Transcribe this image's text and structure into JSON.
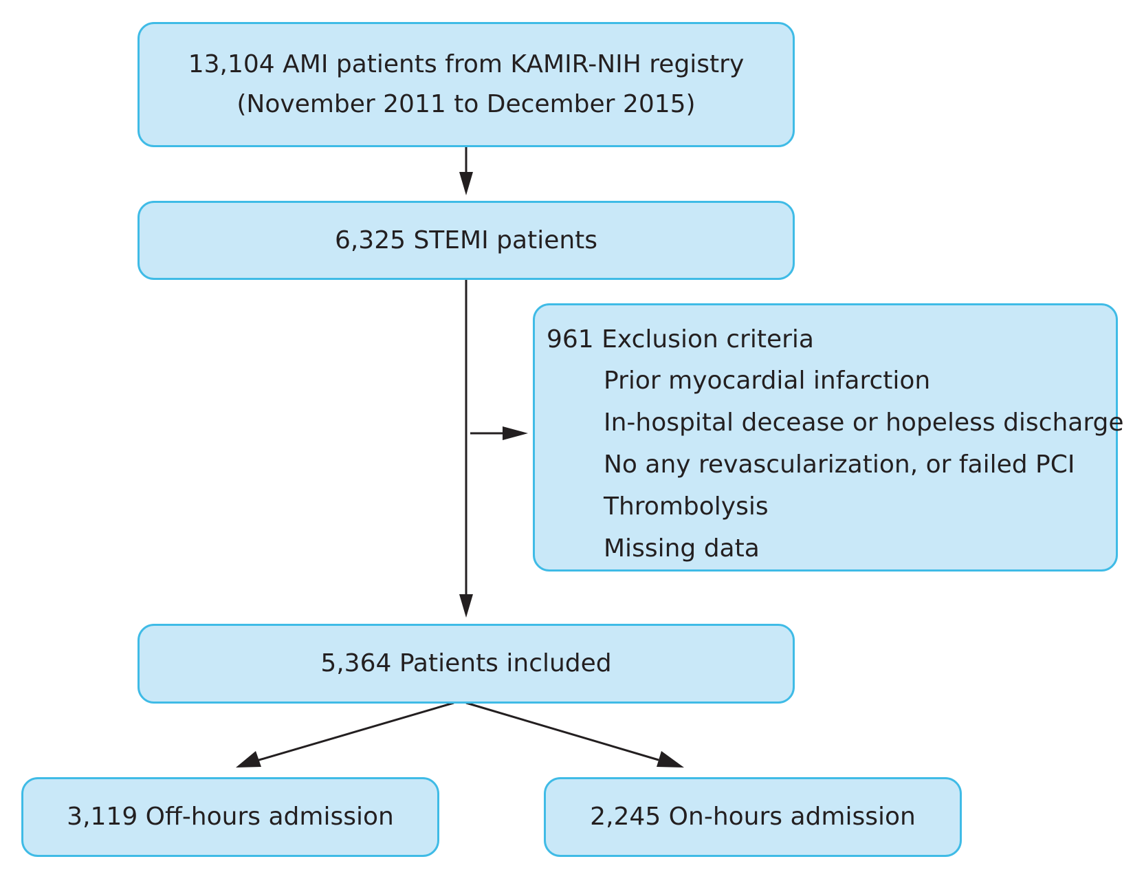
{
  "flowchart": {
    "registry": {
      "line1": "13,104 AMI patients from KAMIR-NIH registry",
      "line2": "(November 2011 to December 2015)"
    },
    "stemi": {
      "label": "6,325 STEMI patients"
    },
    "exclusion": {
      "title": "961 Exclusion criteria",
      "items": [
        "Prior myocardial infarction",
        "In-hospital decease or hopeless discharge",
        "No any revascularization, or failed PCI",
        "Thrombolysis",
        "Missing data"
      ]
    },
    "included": {
      "label": "5,364 Patients included"
    },
    "off_hours": {
      "label": "3,119 Off-hours admission"
    },
    "on_hours": {
      "label": "2,245 On-hours admission"
    }
  },
  "colors": {
    "box_fill": "#c9e8f8",
    "box_border": "#3fbbe6",
    "text": "#231f20",
    "arrow": "#231f20"
  }
}
